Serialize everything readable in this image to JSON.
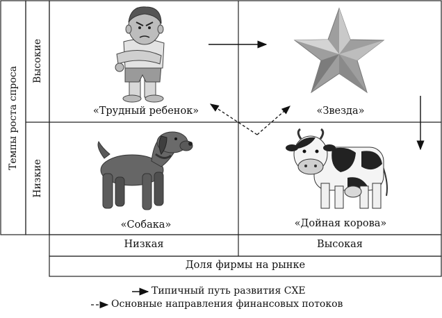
{
  "y_axis": {
    "title": "Темпы роста спроса",
    "high": "Высокие",
    "low": "Низкие"
  },
  "x_axis": {
    "title": "Доля фирмы на рынке",
    "low": "Низкая",
    "high": "Высокая"
  },
  "quadrants": {
    "problem_child": "«Трудный ребенок»",
    "star": "«Звезда»",
    "dog": "«Собака»",
    "cash_cow": "«Дойная корова»"
  },
  "legend": {
    "solid": "Типичный путь развития СХЕ",
    "dashed": "Основные направления финансовых потоков"
  }
}
